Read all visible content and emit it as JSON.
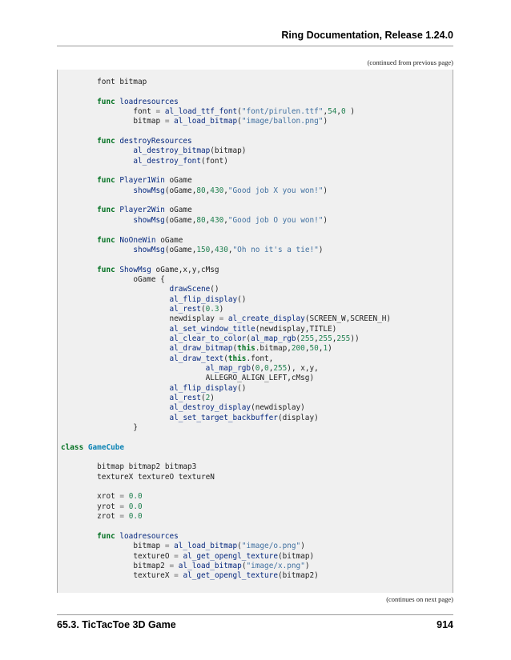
{
  "header": {
    "title": "Ring Documentation, Release 1.24.0"
  },
  "continued_from": "(continued from previous page)",
  "continues_on": "(continues on next page)",
  "footer": {
    "section": "65.3.  TicTacToe 3D Game",
    "page_number": "914"
  },
  "code_lines": [
    [
      [
        "t",
        "\tfont bitmap"
      ]
    ],
    [],
    [
      [
        "t",
        "\t"
      ],
      [
        "kw",
        "func"
      ],
      [
        "t",
        " "
      ],
      [
        "nf",
        "loadresources"
      ]
    ],
    [
      [
        "t",
        "\t\tfont "
      ],
      [
        "o",
        "="
      ],
      [
        "t",
        " "
      ],
      [
        "fn",
        "al_load_ttf_font"
      ],
      [
        "t",
        "("
      ],
      [
        "s",
        "\"font/pirulen.ttf\""
      ],
      [
        "t",
        ","
      ],
      [
        "n",
        "54"
      ],
      [
        "t",
        ","
      ],
      [
        "n",
        "0"
      ],
      [
        "t",
        " )"
      ]
    ],
    [
      [
        "t",
        "\t\tbitmap "
      ],
      [
        "o",
        "="
      ],
      [
        "t",
        " "
      ],
      [
        "fn",
        "al_load_bitmap"
      ],
      [
        "t",
        "("
      ],
      [
        "s",
        "\"image/ballon.png\""
      ],
      [
        "t",
        ")"
      ]
    ],
    [],
    [
      [
        "t",
        "\t"
      ],
      [
        "kw",
        "func"
      ],
      [
        "t",
        " "
      ],
      [
        "nf",
        "destroyResources"
      ]
    ],
    [
      [
        "t",
        "\t\t"
      ],
      [
        "fn",
        "al_destroy_bitmap"
      ],
      [
        "t",
        "(bitmap)"
      ]
    ],
    [
      [
        "t",
        "\t\t"
      ],
      [
        "fn",
        "al_destroy_font"
      ],
      [
        "t",
        "(font)"
      ]
    ],
    [],
    [
      [
        "t",
        "\t"
      ],
      [
        "kw",
        "func"
      ],
      [
        "t",
        " "
      ],
      [
        "nf",
        "Player1Win"
      ],
      [
        "t",
        " oGame"
      ]
    ],
    [
      [
        "t",
        "\t\t"
      ],
      [
        "fn",
        "showMsg"
      ],
      [
        "t",
        "(oGame,"
      ],
      [
        "n",
        "80"
      ],
      [
        "t",
        ","
      ],
      [
        "n",
        "430"
      ],
      [
        "t",
        ","
      ],
      [
        "s",
        "\"Good job X you won!\""
      ],
      [
        "t",
        ")"
      ]
    ],
    [],
    [
      [
        "t",
        "\t"
      ],
      [
        "kw",
        "func"
      ],
      [
        "t",
        " "
      ],
      [
        "nf",
        "Player2Win"
      ],
      [
        "t",
        " oGame"
      ]
    ],
    [
      [
        "t",
        "\t\t"
      ],
      [
        "fn",
        "showMsg"
      ],
      [
        "t",
        "(oGame,"
      ],
      [
        "n",
        "80"
      ],
      [
        "t",
        ","
      ],
      [
        "n",
        "430"
      ],
      [
        "t",
        ","
      ],
      [
        "s",
        "\"Good job O you won!\""
      ],
      [
        "t",
        ")"
      ]
    ],
    [],
    [
      [
        "t",
        "\t"
      ],
      [
        "kw",
        "func"
      ],
      [
        "t",
        " "
      ],
      [
        "nf",
        "NoOneWin"
      ],
      [
        "t",
        " oGame"
      ]
    ],
    [
      [
        "t",
        "\t\t"
      ],
      [
        "fn",
        "showMsg"
      ],
      [
        "t",
        "(oGame,"
      ],
      [
        "n",
        "150"
      ],
      [
        "t",
        ","
      ],
      [
        "n",
        "430"
      ],
      [
        "t",
        ","
      ],
      [
        "s",
        "\"Oh no it's a tie!\""
      ],
      [
        "t",
        ")"
      ]
    ],
    [],
    [
      [
        "t",
        "\t"
      ],
      [
        "kw",
        "func"
      ],
      [
        "t",
        " "
      ],
      [
        "nf",
        "ShowMsg"
      ],
      [
        "t",
        " oGame,x,y,cMsg"
      ]
    ],
    [
      [
        "t",
        "\t\toGame {"
      ]
    ],
    [
      [
        "t",
        "\t\t\t"
      ],
      [
        "fn",
        "drawScene"
      ],
      [
        "t",
        "()"
      ]
    ],
    [
      [
        "t",
        "\t\t\t"
      ],
      [
        "fn",
        "al_flip_display"
      ],
      [
        "t",
        "()"
      ]
    ],
    [
      [
        "t",
        "\t\t\t"
      ],
      [
        "fn",
        "al_rest"
      ],
      [
        "t",
        "("
      ],
      [
        "n",
        "0.3"
      ],
      [
        "t",
        ")"
      ]
    ],
    [
      [
        "t",
        "\t\t\tnewdisplay "
      ],
      [
        "o",
        "="
      ],
      [
        "t",
        " "
      ],
      [
        "fn",
        "al_create_display"
      ],
      [
        "t",
        "(SCREEN_W,SCREEN_H)"
      ]
    ],
    [
      [
        "t",
        "\t\t\t"
      ],
      [
        "fn",
        "al_set_window_title"
      ],
      [
        "t",
        "(newdisplay,TITLE)"
      ]
    ],
    [
      [
        "t",
        "\t\t\t"
      ],
      [
        "fn",
        "al_clear_to_color"
      ],
      [
        "t",
        "("
      ],
      [
        "fn",
        "al_map_rgb"
      ],
      [
        "t",
        "("
      ],
      [
        "n",
        "255"
      ],
      [
        "t",
        ","
      ],
      [
        "n",
        "255"
      ],
      [
        "t",
        ","
      ],
      [
        "n",
        "255"
      ],
      [
        "t",
        "))"
      ]
    ],
    [
      [
        "t",
        "\t\t\t"
      ],
      [
        "fn",
        "al_draw_bitmap"
      ],
      [
        "t",
        "("
      ],
      [
        "kw",
        "this"
      ],
      [
        "t",
        ".bitmap,"
      ],
      [
        "n",
        "200"
      ],
      [
        "t",
        ","
      ],
      [
        "n",
        "50"
      ],
      [
        "t",
        ","
      ],
      [
        "n",
        "1"
      ],
      [
        "t",
        ")"
      ]
    ],
    [
      [
        "t",
        "\t\t\t"
      ],
      [
        "fn",
        "al_draw_text"
      ],
      [
        "t",
        "("
      ],
      [
        "kw",
        "this"
      ],
      [
        "t",
        ".font,"
      ]
    ],
    [
      [
        "t",
        "\t\t\t\t"
      ],
      [
        "fn",
        "al_map_rgb"
      ],
      [
        "t",
        "("
      ],
      [
        "n",
        "0"
      ],
      [
        "t",
        ","
      ],
      [
        "n",
        "0"
      ],
      [
        "t",
        ","
      ],
      [
        "n",
        "255"
      ],
      [
        "t",
        "), x,y,"
      ]
    ],
    [
      [
        "t",
        "\t\t\t\tALLEGRO_ALIGN_LEFT,cMsg)"
      ]
    ],
    [
      [
        "t",
        "\t\t\t"
      ],
      [
        "fn",
        "al_flip_display"
      ],
      [
        "t",
        "()"
      ]
    ],
    [
      [
        "t",
        "\t\t\t"
      ],
      [
        "fn",
        "al_rest"
      ],
      [
        "t",
        "("
      ],
      [
        "n",
        "2"
      ],
      [
        "t",
        ")"
      ]
    ],
    [
      [
        "t",
        "\t\t\t"
      ],
      [
        "fn",
        "al_destroy_display"
      ],
      [
        "t",
        "(newdisplay)"
      ]
    ],
    [
      [
        "t",
        "\t\t\t"
      ],
      [
        "fn",
        "al_set_target_backbuffer"
      ],
      [
        "t",
        "(display)"
      ]
    ],
    [
      [
        "t",
        "\t\t}"
      ]
    ],
    [],
    [
      [
        "kw",
        "class"
      ],
      [
        "t",
        " "
      ],
      [
        "nc",
        "GameCube"
      ]
    ],
    [],
    [
      [
        "t",
        "\tbitmap bitmap2 bitmap3"
      ]
    ],
    [
      [
        "t",
        "\ttextureX textureO textureN"
      ]
    ],
    [],
    [
      [
        "t",
        "\txrot "
      ],
      [
        "o",
        "="
      ],
      [
        "t",
        " "
      ],
      [
        "n",
        "0.0"
      ]
    ],
    [
      [
        "t",
        "\tyrot "
      ],
      [
        "o",
        "="
      ],
      [
        "t",
        " "
      ],
      [
        "n",
        "0.0"
      ]
    ],
    [
      [
        "t",
        "\tzrot "
      ],
      [
        "o",
        "="
      ],
      [
        "t",
        " "
      ],
      [
        "n",
        "0.0"
      ]
    ],
    [],
    [
      [
        "t",
        "\t"
      ],
      [
        "kw",
        "func"
      ],
      [
        "t",
        " "
      ],
      [
        "nf",
        "loadresources"
      ]
    ],
    [
      [
        "t",
        "\t\tbitmap "
      ],
      [
        "o",
        "="
      ],
      [
        "t",
        " "
      ],
      [
        "fn",
        "al_load_bitmap"
      ],
      [
        "t",
        "("
      ],
      [
        "s",
        "\"image/o.png\""
      ],
      [
        "t",
        ")"
      ]
    ],
    [
      [
        "t",
        "\t\ttextureO "
      ],
      [
        "o",
        "="
      ],
      [
        "t",
        " "
      ],
      [
        "fn",
        "al_get_opengl_texture"
      ],
      [
        "t",
        "(bitmap)"
      ]
    ],
    [
      [
        "t",
        "\t\tbitmap2 "
      ],
      [
        "o",
        "="
      ],
      [
        "t",
        " "
      ],
      [
        "fn",
        "al_load_bitmap"
      ],
      [
        "t",
        "("
      ],
      [
        "s",
        "\"image/x.png\""
      ],
      [
        "t",
        ")"
      ]
    ],
    [
      [
        "t",
        "\t\ttextureX "
      ],
      [
        "o",
        "="
      ],
      [
        "t",
        " "
      ],
      [
        "fn",
        "al_get_opengl_texture"
      ],
      [
        "t",
        "(bitmap2)"
      ]
    ]
  ]
}
